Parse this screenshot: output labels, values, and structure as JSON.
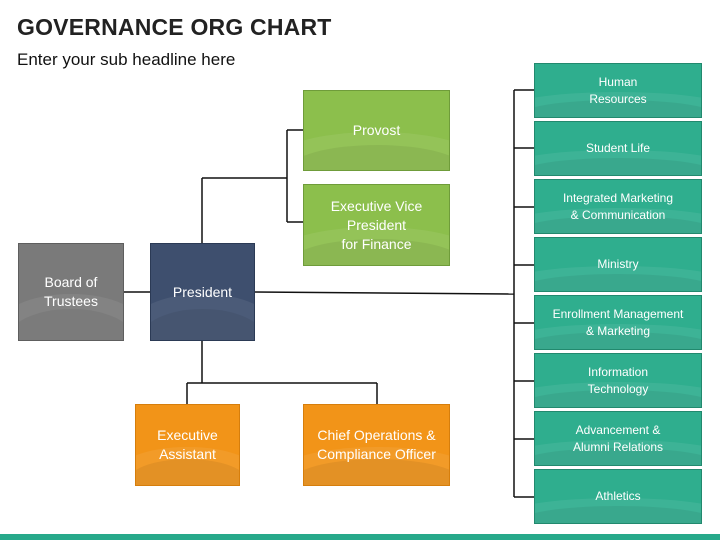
{
  "header": {
    "title": "GOVERNANCE ORG CHART",
    "subtitle": "Enter your sub headline here"
  },
  "nodes": {
    "board": "Board of\nTrustees",
    "president": "President",
    "provost": "Provost",
    "evp_finance": "Executive Vice\nPresident\nfor Finance",
    "exec_assistant": "Executive\nAssistant",
    "coo": "Chief Operations &\nCompliance Officer"
  },
  "departments": [
    "Human\nResources",
    "Student Life",
    "Integrated Marketing\n& Communication",
    "Ministry",
    "Enrollment Management\n& Marketing",
    "Information\nTechnology",
    "Advancement &\nAlumni Relations",
    "Athletics"
  ],
  "colors": {
    "board": "#7a7a7a",
    "president": "#3e4f6e",
    "green": "#8cbf4c",
    "orange": "#f29418",
    "teal": "#2fae8e",
    "connector": "#111111"
  }
}
